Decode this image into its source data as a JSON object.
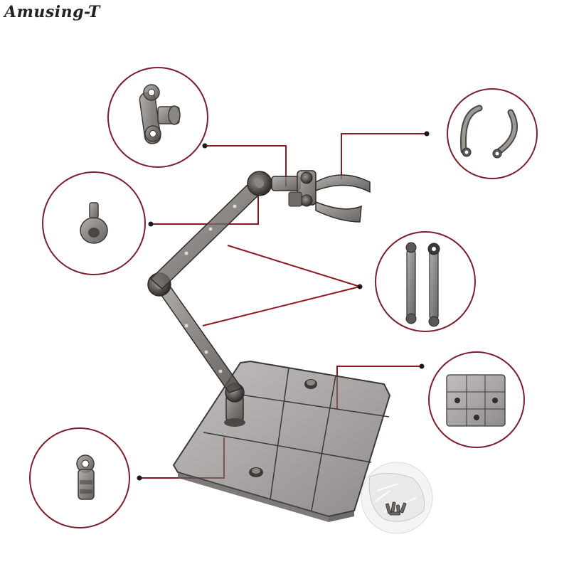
{
  "brand": {
    "text": "Amusing-T"
  },
  "colors": {
    "callout_ring": "#7a1f2b",
    "callout_line": "#8b1a24",
    "plastic_smoke": "#6e6a66",
    "plastic_edge": "#3c3a38",
    "plastic_highlight": "#b9b6b2",
    "background": "#ffffff"
  },
  "callouts": [
    {
      "part": "t-joint-connector"
    },
    {
      "part": "curved-clamp-arms"
    },
    {
      "part": "ball-peg-connector"
    },
    {
      "part": "arm-rods"
    },
    {
      "part": "base-plate-grid"
    },
    {
      "part": "base-ball-joint"
    }
  ],
  "accessory": {
    "part": "screws-in-bag"
  }
}
